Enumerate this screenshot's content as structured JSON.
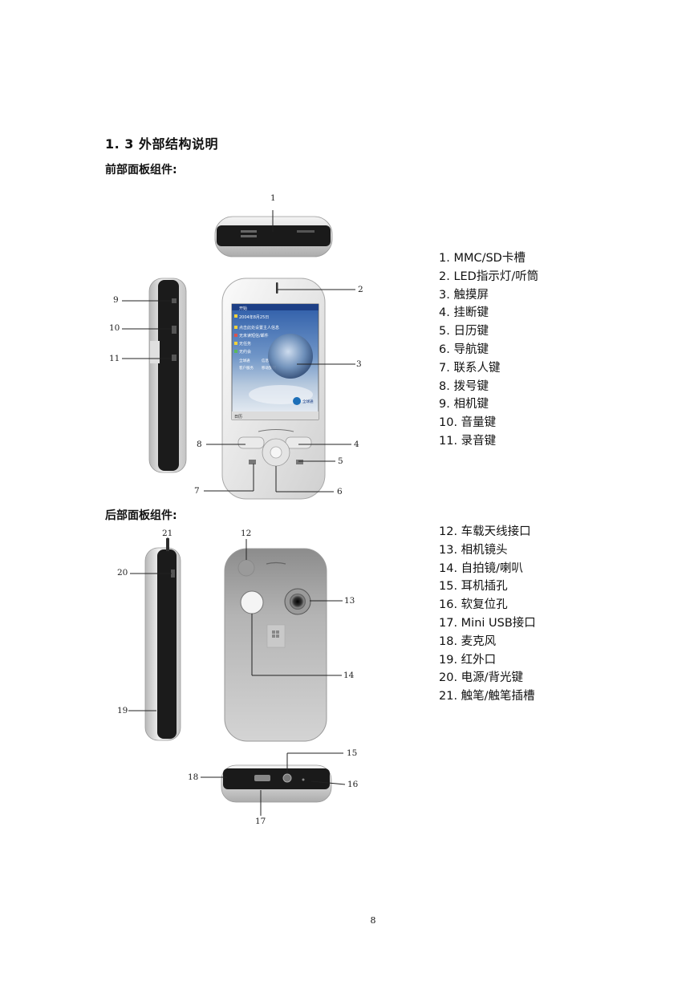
{
  "section_title": "1. 3 外部结构说明",
  "front": {
    "heading": "前部面板组件:",
    "items": [
      "1. MMC/SD卡槽",
      "2. LED指示灯/听筒",
      "3. 触摸屏",
      "4. 挂断键",
      "5. 日历键",
      "6. 导航键",
      "7. 联系人键",
      "8. 拨号键",
      "9. 相机键",
      "10. 音量键",
      "11. 录音键"
    ],
    "callouts": [
      "1",
      "2",
      "3",
      "4",
      "5",
      "6",
      "7",
      "8",
      "9",
      "10",
      "11"
    ]
  },
  "back": {
    "heading": "后部面板组件:",
    "items": [
      "12. 车载天线接口",
      "13. 相机镜头",
      "14. 自拍镜/喇叭",
      "15. 耳机插孔",
      "16. 软复位孔",
      "17. Mini USB接口",
      "18. 麦克风",
      "19. 红外口",
      "20. 电源/背光键",
      "21. 触笔/触笔插槽"
    ],
    "callouts": [
      "12",
      "13",
      "14",
      "15",
      "16",
      "17",
      "18",
      "19",
      "20",
      "21"
    ]
  },
  "screen": {
    "start": "开始",
    "date": "2004年8月25日",
    "rows": [
      "点击此处设置主人信息",
      "无未读短信/邮件",
      "无任务",
      "无约会"
    ],
    "bottom": [
      "全球通",
      "信息",
      "客户服务",
      "移动梦网"
    ],
    "brand": "全球通",
    "softkey": "日历"
  },
  "page_number": "8"
}
